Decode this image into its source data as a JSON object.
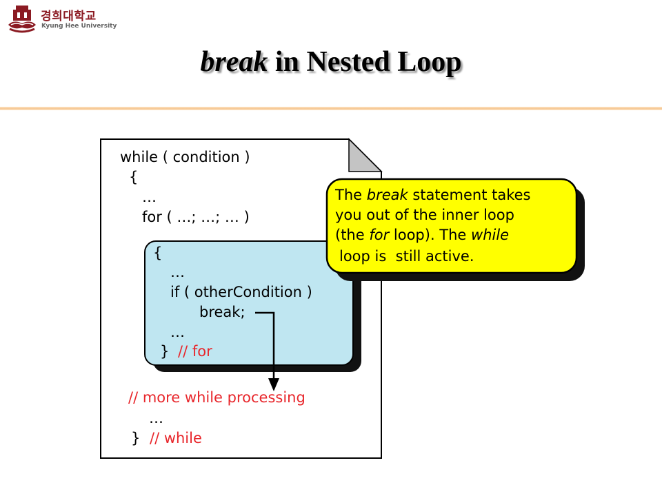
{
  "header": {
    "logo_korean": "경희대학교",
    "logo_english": "Kyung Hee University"
  },
  "slide": {
    "title_keyword": "break",
    "title_rest": " in Nested Loop"
  },
  "code": {
    "outer_while": "while ( condition )",
    "outer_open_brace": "{",
    "outer_ellipsis_1": "…",
    "for_header": "for ( …; …; … )",
    "inner_open_brace": "{",
    "inner_ellipsis_1": "…",
    "if_line": "if ( otherCondition )",
    "break_line": "break;",
    "inner_ellipsis_2": "…",
    "inner_close_brace": "}",
    "inner_comment": "// for",
    "more_processing": "// more while processing",
    "outer_ellipsis_2": "…",
    "outer_close_brace": "}",
    "outer_comment": "// while"
  },
  "callout": {
    "line1_a": "The ",
    "line1_kw": "break",
    "line1_b": " statement takes",
    "line2": "you out of the inner loop",
    "line3_a": "(the ",
    "line3_kw": "for",
    "line3_b": " loop). The ",
    "line3_kw2": "while",
    "line4": "loop is  still active."
  },
  "colors": {
    "inner_block_fill": "#bfe6f1",
    "callout_fill": "#ffff00",
    "comment_red": "#e8262b",
    "logo_red": "#8b1a22"
  },
  "icons": {
    "logo": "university-seal-icon"
  }
}
